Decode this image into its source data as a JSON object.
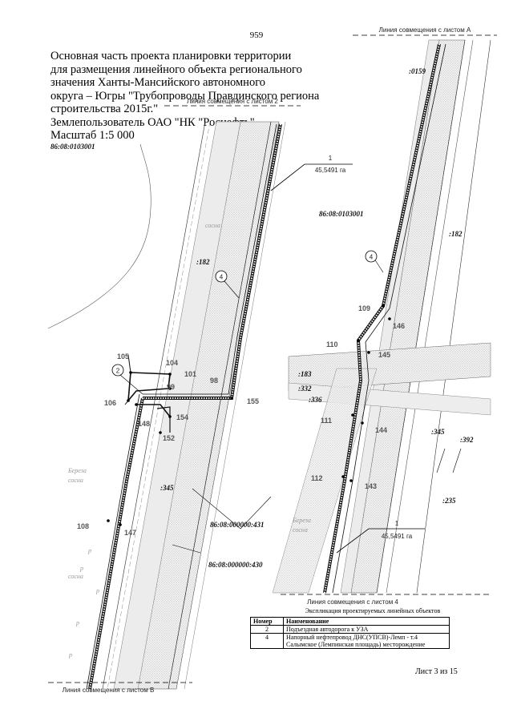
{
  "page_number": "959",
  "title_lines": [
    "Основная часть проекта планировки территории",
    "для размещения линейного объекта регионального",
    "значения Ханты-Мансийского автономного",
    "округа – Югры \"Трубопроводы Правдинского региона",
    "строительства 2015г.\"",
    "Землепользователь ОАО \"НК \"Роснефть\"",
    "Масштаб 1:5 000"
  ],
  "match_lines": {
    "sheet_a": "Линия совмещения с листом А",
    "sheet_2": "Линия совмещения с листом 2",
    "sheet_4": "Линия совмещения с листом 4",
    "sheet_b": "Линия совмещения с листом В"
  },
  "cadastral": {
    "q1": "86:08:0103001",
    "q2": "86:08:0103001",
    "l431": "86:08:000000:431",
    "l430": "86:08:000000:430",
    "p0159": ":0159",
    "p182a": ":182",
    "p182b": ":182",
    "p183": ":183",
    "p332": ":332",
    "p336": ":336",
    "p345a": ":345",
    "p345b": ":345",
    "p392": ":392",
    "p235": ":235"
  },
  "area_callouts": {
    "left": {
      "number": "1",
      "area": "45,5491 га"
    },
    "right": {
      "number": "1",
      "area": "45,5491 га"
    }
  },
  "circle_labels": {
    "c4a": "4",
    "c2": "2",
    "c4b": "4"
  },
  "points": {
    "p105": "105",
    "p104": "104",
    "p101": "101",
    "p98": "98",
    "p99": "99",
    "p106": "106",
    "p148": "148",
    "p152": "152",
    "p154": "154",
    "p155": "155",
    "p108": "108",
    "p147": "147",
    "p109": "109",
    "p146": "146",
    "p110": "110",
    "p145": "145",
    "p111": "111",
    "p144": "144",
    "p112": "112",
    "p143": "143"
  },
  "forest_notes": {
    "f1": "сосна",
    "f2": "Береза",
    "f3": "сосна",
    "f4": "сосна",
    "f5": "Береза",
    "f6": "сосна"
  },
  "legend": {
    "title": "Экспликация проектируемых линейных объектов",
    "headers": [
      "Номер",
      "Наименование"
    ],
    "rows": [
      {
        "num": "2",
        "name": "Подъездная автодорога к УЗА",
        "name2": ""
      },
      {
        "num": "4",
        "name": "Напорный нефтепровод ДНС(УПСВ)-Лемп - т.4",
        "name2": "Салымское (Лемпинская площадь) месторождение"
      }
    ]
  },
  "sheet_info": "Лист 3 из 15"
}
